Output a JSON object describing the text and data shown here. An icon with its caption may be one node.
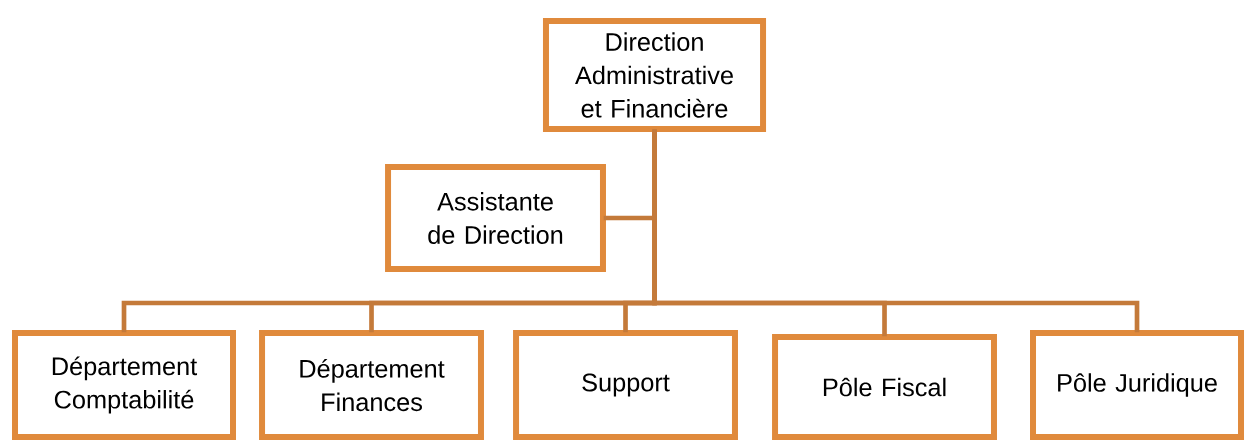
{
  "diagram": {
    "nodes": [
      {
        "text": [
          "Direction Administrative et Financière"
        ]
      },
      {
        "text": [
          "Assistante de Direction"
        ]
      },
      {
        "text": [
          "Département Comptabilité"
        ]
      },
      {
        "text": [
          "Département Finances"
        ]
      },
      {
        "text": [
          "Support"
        ]
      },
      {
        "text": [
          "Pôle Fiscal"
        ]
      },
      {
        "text": [
          "Pôle Juridique"
        ]
      }
    ],
    "edges": [
      {
        "from": 0,
        "to": 1,
        "arrow": "none"
      },
      {
        "from": 0,
        "to": 2,
        "arrow": "none"
      },
      {
        "from": 0,
        "to": 3,
        "arrow": "none"
      },
      {
        "from": 0,
        "to": 4,
        "arrow": "none"
      },
      {
        "from": 0,
        "to": 5,
        "arrow": "none"
      },
      {
        "from": 0,
        "to": 6,
        "arrow": "none"
      }
    ]
  }
}
